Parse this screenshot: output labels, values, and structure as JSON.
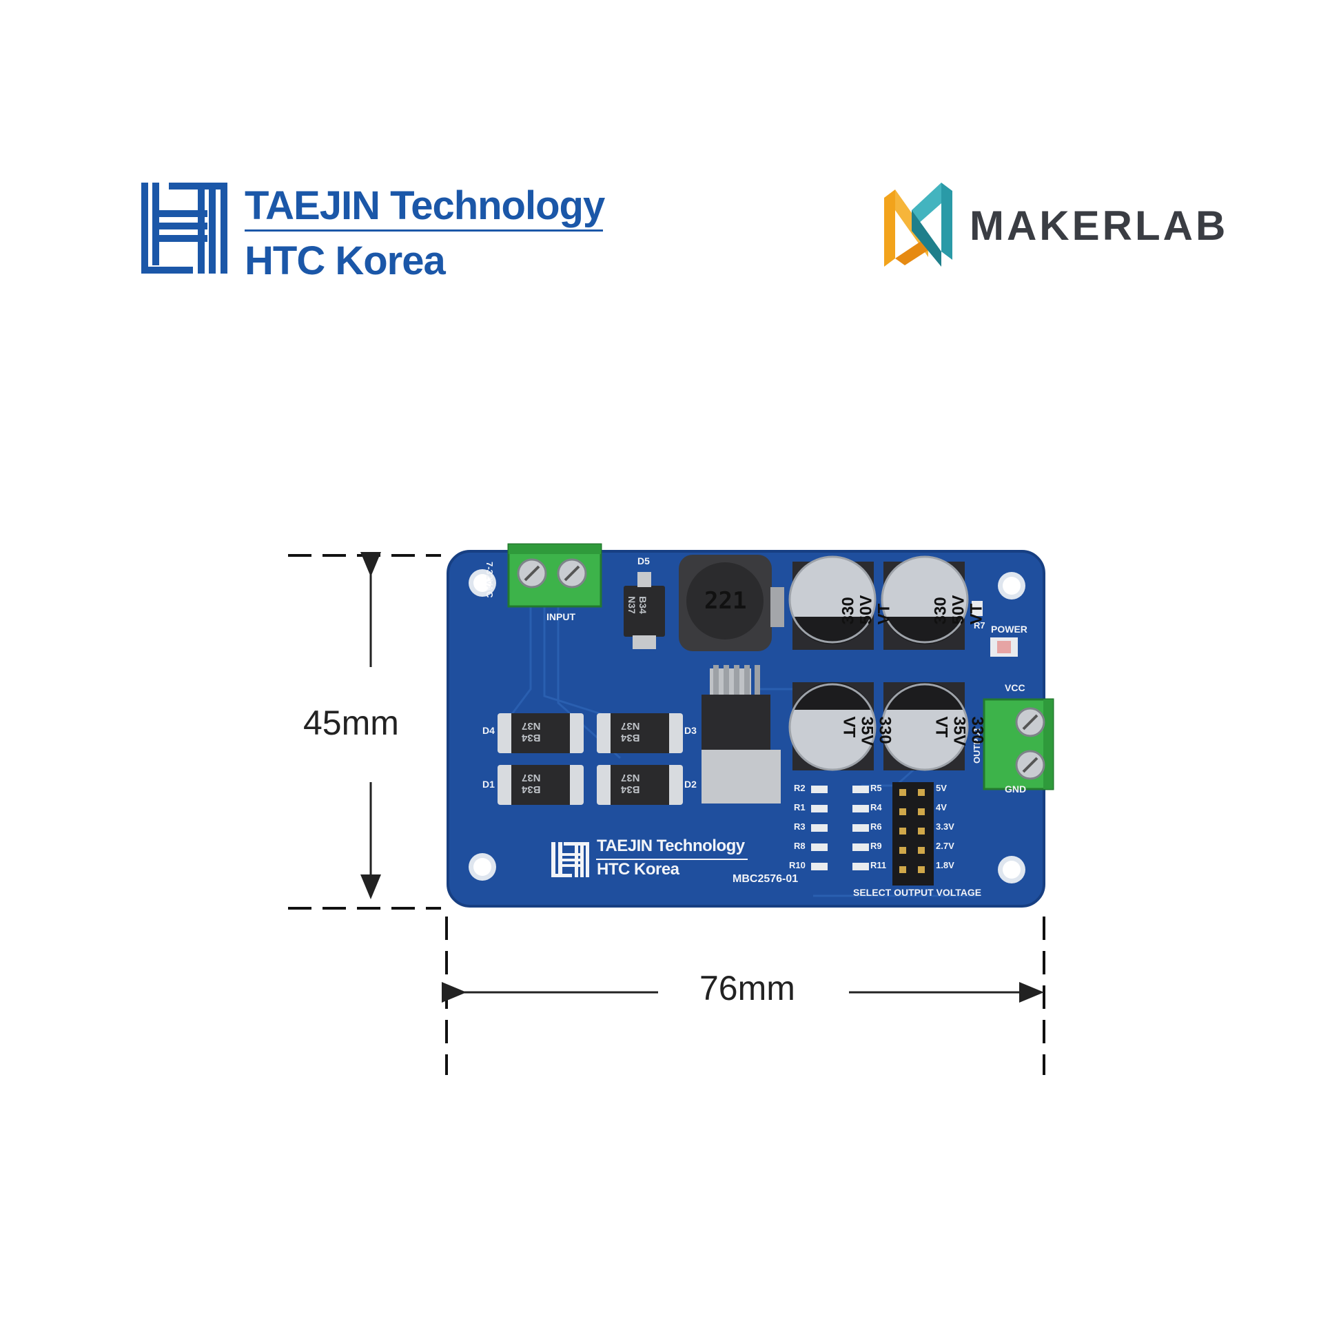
{
  "header": {
    "left_logo": {
      "line1": "TAEJIN Technology",
      "line2": "HTC Korea",
      "icon": "htc-mark-icon"
    },
    "right_logo": {
      "text": "MAKERLAB",
      "icon": "makerlab-mark-icon"
    }
  },
  "dimensions": {
    "height_label": "45mm",
    "width_label": "76mm"
  },
  "board": {
    "model": "MBC2576-01",
    "brand_line1": "TAEJIN Technology",
    "brand_line2": "HTC Korea",
    "labels": {
      "input": "INPUT",
      "input_voltage": "7-32VAC",
      "output": "OUTPUT",
      "vcc": "VCC",
      "gnd": "GND",
      "power": "POWER",
      "select_voltage": "SELECT OUTPUT VOLTAGE",
      "d5": "D5",
      "d4": "D4",
      "d3": "D3",
      "d2": "D2",
      "d1": "D1",
      "r7": "R7"
    },
    "inductor_marking": "221",
    "cap_top": {
      "value": "330",
      "voltage": "50V",
      "series": "VT"
    },
    "cap_bottom": {
      "value": "330",
      "voltage": "35V",
      "series": "VT"
    },
    "diode_marking": {
      "line1": "B34",
      "line2": "N37"
    },
    "resistors_left": [
      "R2",
      "R1",
      "R3",
      "R8",
      "R10"
    ],
    "resistors_right": [
      "R5",
      "R4",
      "R6",
      "R9",
      "R11"
    ],
    "voltage_options": [
      "5V",
      "4V",
      "3.3V",
      "2.7V",
      "1.8V"
    ],
    "colors": {
      "pcb": "#1f4f9e",
      "terminal": "#3db34a",
      "brand_blue": "#1b57a8"
    }
  }
}
